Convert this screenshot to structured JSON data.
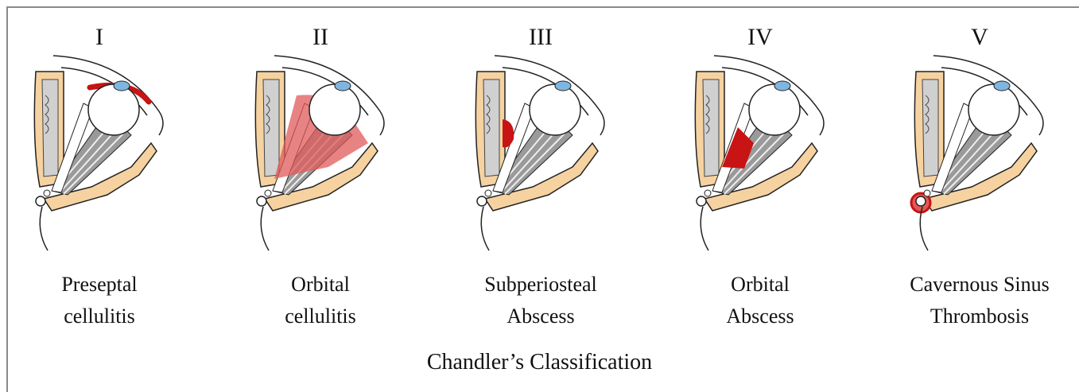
{
  "title": "Chandler’s Classification",
  "colors": {
    "bone": "#f6d2a0",
    "bone_outline": "#222222",
    "sinus": "#d0d0d0",
    "iris": "#7fb6e0",
    "infection": "#c81414",
    "inflammation": "#e05a5a",
    "frame": "#8a8a8a"
  },
  "stages": [
    {
      "numeral": "I",
      "line1": "Preseptal",
      "line2": "cellulitis",
      "highlight": "preseptal"
    },
    {
      "numeral": "II",
      "line1": "Orbital",
      "line2": "cellulitis",
      "highlight": "orbital-diffuse"
    },
    {
      "numeral": "III",
      "line1": "Subperiosteal",
      "line2": "Abscess",
      "highlight": "subperiosteal"
    },
    {
      "numeral": "IV",
      "line1": "Orbital",
      "line2": "Abscess",
      "highlight": "orbital-abscess"
    },
    {
      "numeral": "V",
      "line1": "Cavernous Sinus",
      "line2": "Thrombosis",
      "highlight": "cavernous-sinus"
    }
  ]
}
